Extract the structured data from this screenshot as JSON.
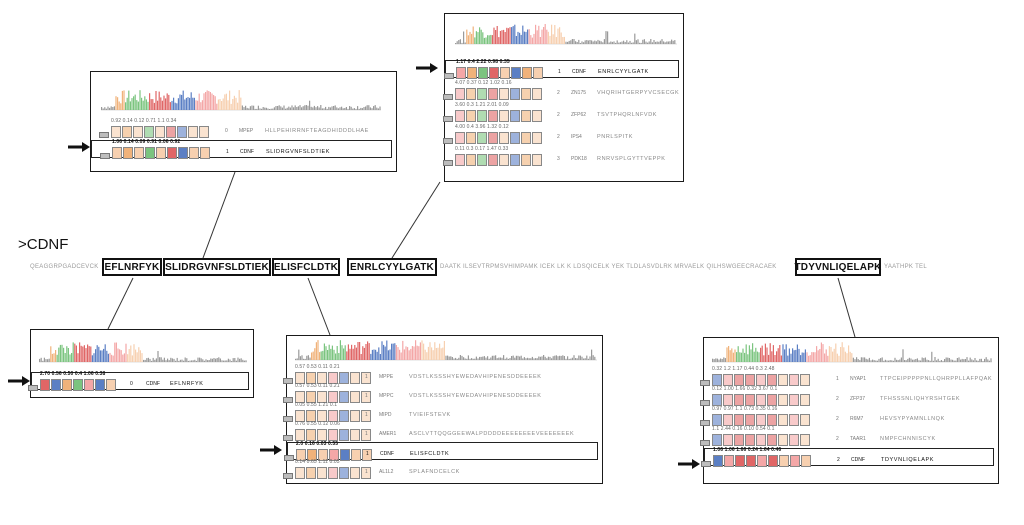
{
  "protein_label": ">CDNF",
  "sequence": {
    "prefix": "QEAGGRPGADCEVCK",
    "middle_1": "",
    "middle_2": "DAATK ILSEVTRPMSVHIMPAMK ICEK LK K LDSQICELK YEK TLDLASVDLRK MRVAELK QILHSWGEECRACAEK",
    "suffix": "YAATHPK TEL",
    "peptides": [
      "EFLNRFYK",
      "SLIDRGVNFSLDTIEK",
      "ELISFCLDTK",
      "ENRLCYYLGATK",
      "TDYVNLIQELAPK"
    ]
  },
  "panels": [
    {
      "id": "slid",
      "rows": [
        {
          "vals": "0.92 0.14    0.12    0.71 1.1    0.34",
          "rank": "0",
          "protein": "MPEP",
          "peptide": "HLLPEHIRRNFTEAGDHIDDDLHAE",
          "highlight": false
        },
        {
          "vals": "1.06 0.14    0.09    0.91 0.06    0.92",
          "rank": "1",
          "protein": "CDNF",
          "peptide": "SLIDRGVNFSLDTIEK",
          "highlight": true
        }
      ]
    },
    {
      "id": "enrl",
      "rows": [
        {
          "vals": "1.17  0.4  2.22    0.98 0.35",
          "rank": "1",
          "protein": "CDNF",
          "peptide": "ENRLCYYLGATK",
          "highlight": true
        },
        {
          "vals": "4.07 0.37 0.12    1.02 0.16",
          "rank": "2",
          "protein": "ZN175",
          "peptide": "VHQRIHTGERPYVCSECGK",
          "highlight": false
        },
        {
          "vals": "3.60  0.3  1.21    2.01 0.09",
          "rank": "2",
          "protein": "ZFP62",
          "peptide": "TSVTPHQRLNFVDK",
          "highlight": false
        },
        {
          "vals": "4.00 0.4 3.96    1.32 0.12",
          "rank": "2",
          "protein": "IPS4",
          "peptide": "PNRLSPITK",
          "highlight": false
        },
        {
          "vals": "0.11  0.3  0.17    1.47 0.33",
          "rank": "3",
          "protein": "PDK18",
          "peptide": "RNRVSPLGYTTVEPPK",
          "highlight": false
        }
      ]
    },
    {
      "id": "efl",
      "rows": [
        {
          "vals": "2.70 0.56 0.50  0.4  1.06 0.38",
          "rank": "0",
          "protein": "CDNF",
          "peptide": "EFLNRFYK",
          "highlight": true
        }
      ]
    },
    {
      "id": "elis",
      "rows": [
        {
          "vals": "0.57 0.53    0.11    0.21",
          "rank": "1",
          "protein": "MPPE",
          "peptide": "VDSTLKSSSHYEWEDAVHIPENESDDEEEEK",
          "highlight": false
        },
        {
          "vals": "0.57 0.53    0.11    0.21",
          "rank": "1",
          "protein": "MPPC",
          "peptide": "VDSTLKSSSHYEWEDAVHIPENESDDEEEEK",
          "highlight": false
        },
        {
          "vals": "0.05 0.55    1.21    0.1",
          "rank": "1",
          "protein": "MIPD",
          "peptide": "TVIEIFSTEVK",
          "highlight": false
        },
        {
          "vals": "0.76 0.55    0.12    0.06",
          "rank": "1",
          "protein": "AMER1",
          "peptide": "ASCLVTTQQGGEEWALPDDDDEEEEEEEEVEEEEEEEK",
          "highlight": false
        },
        {
          "vals": "2.0  0.16    0.03    0.55",
          "rank": "1",
          "protein": "CDNF",
          "peptide": "ELISFCLDTK",
          "highlight": true
        },
        {
          "vals": "0.14 0.65    1.11    0.05",
          "rank": "1",
          "protein": "AL1L2",
          "peptide": "SPLAFNDCELCK",
          "highlight": false
        }
      ]
    },
    {
      "id": "tdy",
      "rows": [
        {
          "vals": "0.32   1.2  1.17 0.44  0.3      2.48",
          "rank": "1",
          "protein": "NYAP1",
          "peptide": "TTPCEIPPPPPNLLQHRPPLLAFPQAK",
          "highlight": false
        },
        {
          "vals": "0.12   1.00 1.66 0.32 3.67     0.1",
          "rank": "2",
          "protein": "ZFP37",
          "peptide": "TFHSSSNLIQHYRSHTGEK",
          "highlight": false
        },
        {
          "vals": "0.97   0.97  1.1  0.73 0.35     0.16",
          "rank": "2",
          "protein": "R6M7",
          "peptide": "HEVSYPYAMNLLNQK",
          "highlight": false
        },
        {
          "vals": "1.1    2.44 0.16 0.10 0.54     0.1",
          "rank": "2",
          "protein": "TAAR1",
          "peptide": "NMPFCHNNISCYK",
          "highlight": false
        },
        {
          "vals": "1.06   1.06 1.66 0.24 1.64     0.46",
          "rank": "2",
          "protein": "CDNF",
          "peptide": "TDYVNLIQELAPK",
          "highlight": true
        }
      ]
    }
  ],
  "colors": {
    "orange": "#f0b27a",
    "green": "#7bc47f",
    "red": "#e06666",
    "blue": "#5b7fc4",
    "pink": "#f4a7a7",
    "peach": "#f7d0b0",
    "gray": "#bdbdbd"
  }
}
